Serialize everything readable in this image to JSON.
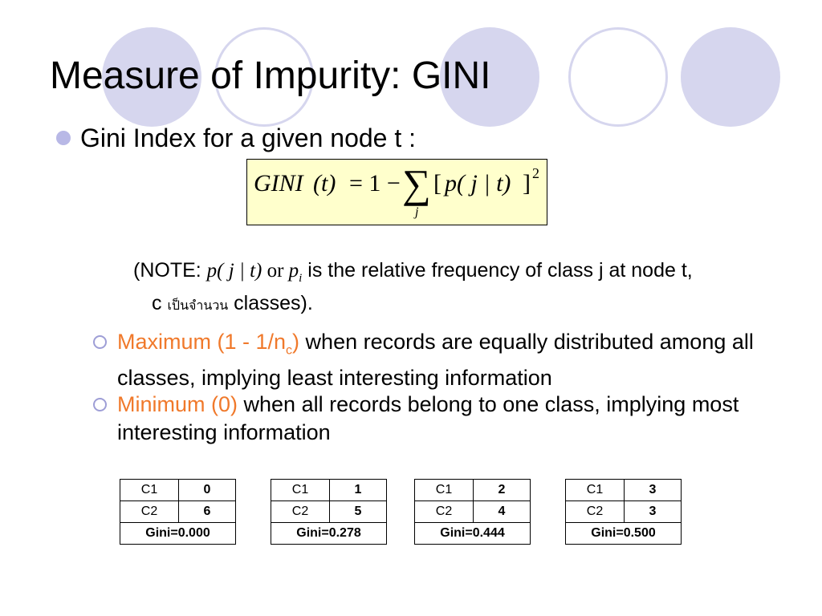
{
  "slide": {
    "title": "Measure of Impurity: GINI",
    "bullet": "Gini Index for a given node t :",
    "formula": {
      "lhs": "GINI",
      "arg": "(t)",
      "eq": "= 1 −",
      "sum_index": "j",
      "term_open": "[",
      "term": "p( j | t)",
      "term_close": "]",
      "exponent": "2"
    },
    "note": {
      "open": "(NOTE: ",
      "math1": "p( j | t)",
      "or": " or ",
      "math2": "p",
      "math2_sub": "i",
      "rest": " is the relative frequency of class j at node t,",
      "line2_c": "c ",
      "line2_thai": "เป็นจำนวน",
      "line2_rest": " classes)."
    },
    "points": [
      {
        "highlight": "Maximum (1 - 1/n",
        "highlight_sub": "c",
        "highlight_end": ")",
        "rest": " when records are equally distributed among all classes, implying least interesting information"
      },
      {
        "highlight": "Minimum (0)",
        "rest": " when all records belong to one class, implying most interesting information"
      }
    ],
    "tables": [
      {
        "rows": [
          [
            "C1",
            "0"
          ],
          [
            "C2",
            "6"
          ]
        ],
        "gini": "Gini=0.000"
      },
      {
        "rows": [
          [
            "C1",
            "1"
          ],
          [
            "C2",
            "5"
          ]
        ],
        "gini": "Gini=0.278"
      },
      {
        "rows": [
          [
            "C1",
            "2"
          ],
          [
            "C2",
            "4"
          ]
        ],
        "gini": "Gini=0.444"
      },
      {
        "rows": [
          [
            "C1",
            "3"
          ],
          [
            "C2",
            "3"
          ]
        ],
        "gini": "Gini=0.500"
      }
    ]
  },
  "colors": {
    "decor_circle": "#d6d6ee",
    "bullet": "#b8b8e6",
    "highlight": "#f0792b",
    "formula_bg": "#ffffcc"
  }
}
